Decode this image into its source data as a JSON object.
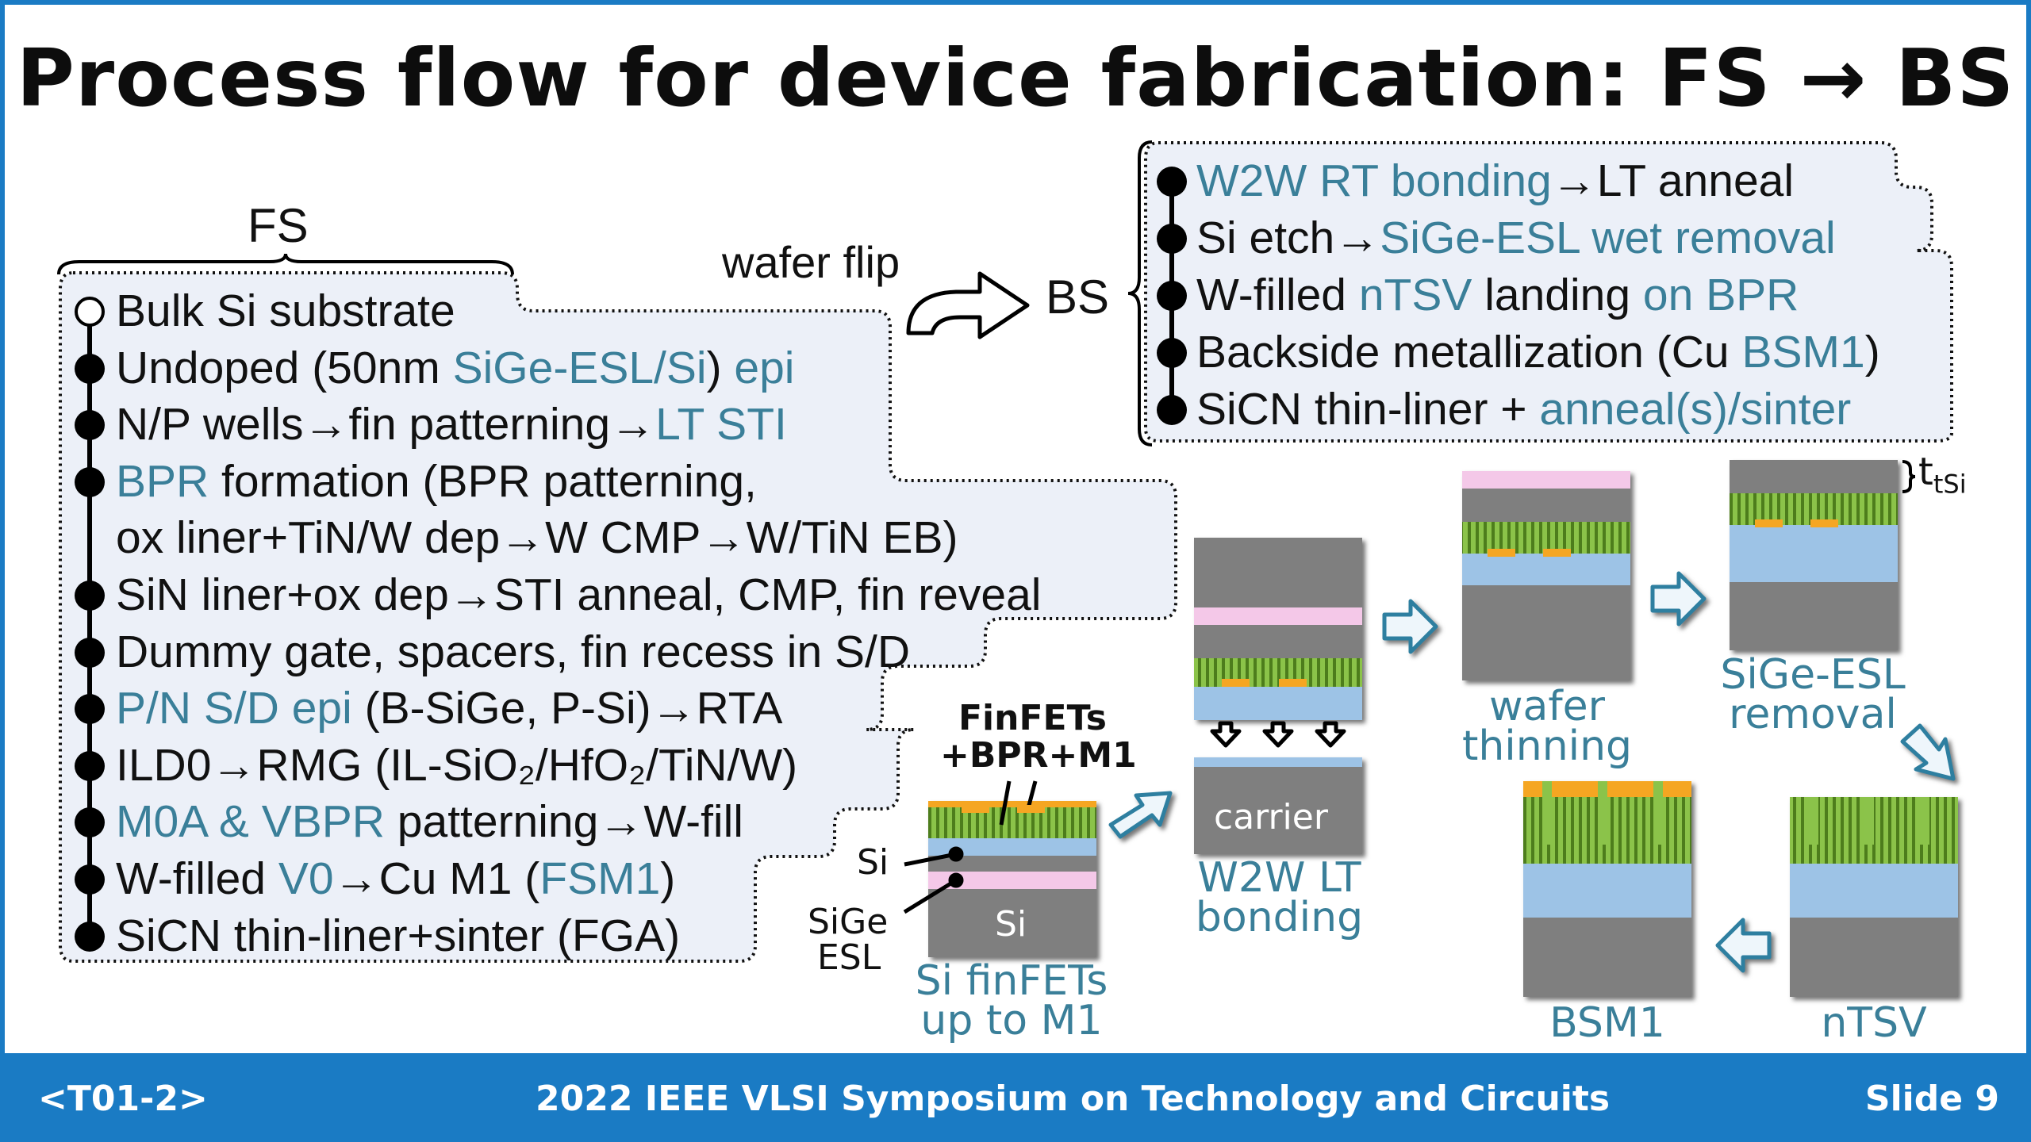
{
  "title": "Process flow for device fabrication: FS → BS",
  "fs": {
    "header": "FS",
    "steps": [
      {
        "segs": [
          {
            "t": "Bulk Si substrate",
            "b": 0
          }
        ]
      },
      {
        "segs": [
          {
            "t": "Undoped (50nm ",
            "b": 0
          },
          {
            "t": "SiGe-ESL/Si",
            "b": 1
          },
          {
            "t": ") ",
            "b": 0
          },
          {
            "t": "epi",
            "b": 1
          }
        ]
      },
      {
        "segs": [
          {
            "t": "N/P wells→fin patterning→",
            "b": 0
          },
          {
            "t": "LT STI",
            "b": 1
          }
        ]
      },
      {
        "segs": [
          {
            "t": "BPR",
            "b": 1
          },
          {
            "t": " formation (BPR patterning,",
            "b": 0
          }
        ]
      },
      {
        "segs": [
          {
            "t": "ox liner+TiN/W dep→W CMP→W/TiN EB)",
            "b": 0
          }
        ]
      },
      {
        "segs": [
          {
            "t": "SiN liner+ox dep→STI anneal, CMP, fin reveal",
            "b": 0
          }
        ]
      },
      {
        "segs": [
          {
            "t": "Dummy gate, spacers, fin recess in S/D",
            "b": 0
          }
        ]
      },
      {
        "segs": [
          {
            "t": "P/N S/D epi",
            "b": 1
          },
          {
            "t": " (B-SiGe, P-Si)→RTA",
            "b": 0
          }
        ]
      },
      {
        "segs": [
          {
            "t": "ILD0→RMG (IL-SiO₂/HfO₂/TiN/W)",
            "b": 0
          }
        ]
      },
      {
        "segs": [
          {
            "t": "M0A & VBPR",
            "b": 1
          },
          {
            "t": " patterning→W-fill",
            "b": 0
          }
        ]
      },
      {
        "segs": [
          {
            "t": "W-filled ",
            "b": 0
          },
          {
            "t": "V0",
            "b": 1
          },
          {
            "t": "→Cu M1 (",
            "b": 0
          },
          {
            "t": "FSM1",
            "b": 1
          },
          {
            "t": ")",
            "b": 0
          }
        ]
      },
      {
        "segs": [
          {
            "t": "SiCN thin-liner+sinter (FGA)",
            "b": 0
          }
        ]
      }
    ]
  },
  "flip_label": "wafer flip",
  "bs": {
    "header": "BS",
    "steps": [
      {
        "segs": [
          {
            "t": "W2W RT bonding",
            "b": 1
          },
          {
            "t": "→LT anneal",
            "b": 0
          }
        ]
      },
      {
        "segs": [
          {
            "t": "Si etch→",
            "b": 0
          },
          {
            "t": "SiGe-ESL wet removal",
            "b": 1
          }
        ]
      },
      {
        "segs": [
          {
            "t": "W-filled ",
            "b": 0
          },
          {
            "t": "nTSV",
            "b": 1
          },
          {
            "t": " landing ",
            "b": 0
          },
          {
            "t": "on BPR",
            "b": 1
          }
        ]
      },
      {
        "segs": [
          {
            "t": "Backside metallization (Cu ",
            "b": 0
          },
          {
            "t": "BSM1",
            "b": 1
          },
          {
            "t": ")",
            "b": 0
          }
        ]
      },
      {
        "segs": [
          {
            "t": "SiCN thin-liner + ",
            "b": 0
          },
          {
            "t": "anneal(s)/sinter",
            "b": 1
          }
        ]
      }
    ]
  },
  "diagram": {
    "finfets_label_1": "FinFETs",
    "finfets_label_2": "+BPR+M1",
    "si_label": "Si",
    "sige_label_1": "SiGe",
    "sige_label_2": "ESL",
    "si_block": "Si",
    "carrier_block": "carrier",
    "ttsi_t": "t",
    "ttsi_sub": "tSi",
    "cap_finfets_1": "Si finFETs",
    "cap_finfets_2": "up to M1",
    "cap_w2w_1": "W2W LT",
    "cap_w2w_2": "bonding",
    "cap_thin_1": "wafer",
    "cap_thin_2": "thinning",
    "cap_esl_1": "SiGe-ESL",
    "cap_esl_2": "removal",
    "cap_ntsv": "nTSV",
    "cap_bsm1": "BSM1"
  },
  "colors": {
    "accent": "#1a7bc4",
    "text_blue": "#3a7f99",
    "box_fill": "#ecf0f8",
    "si_gray": "#7f7f7f",
    "pink": "#f4c8e8",
    "layer_blue": "#9dc3e6",
    "fin_green": "#8bc34a",
    "cu_orange": "#f5a623"
  },
  "footer": {
    "left": "<T01-2>",
    "center": "2022 IEEE VLSI Symposium on Technology and Circuits",
    "right": "Slide 9"
  }
}
